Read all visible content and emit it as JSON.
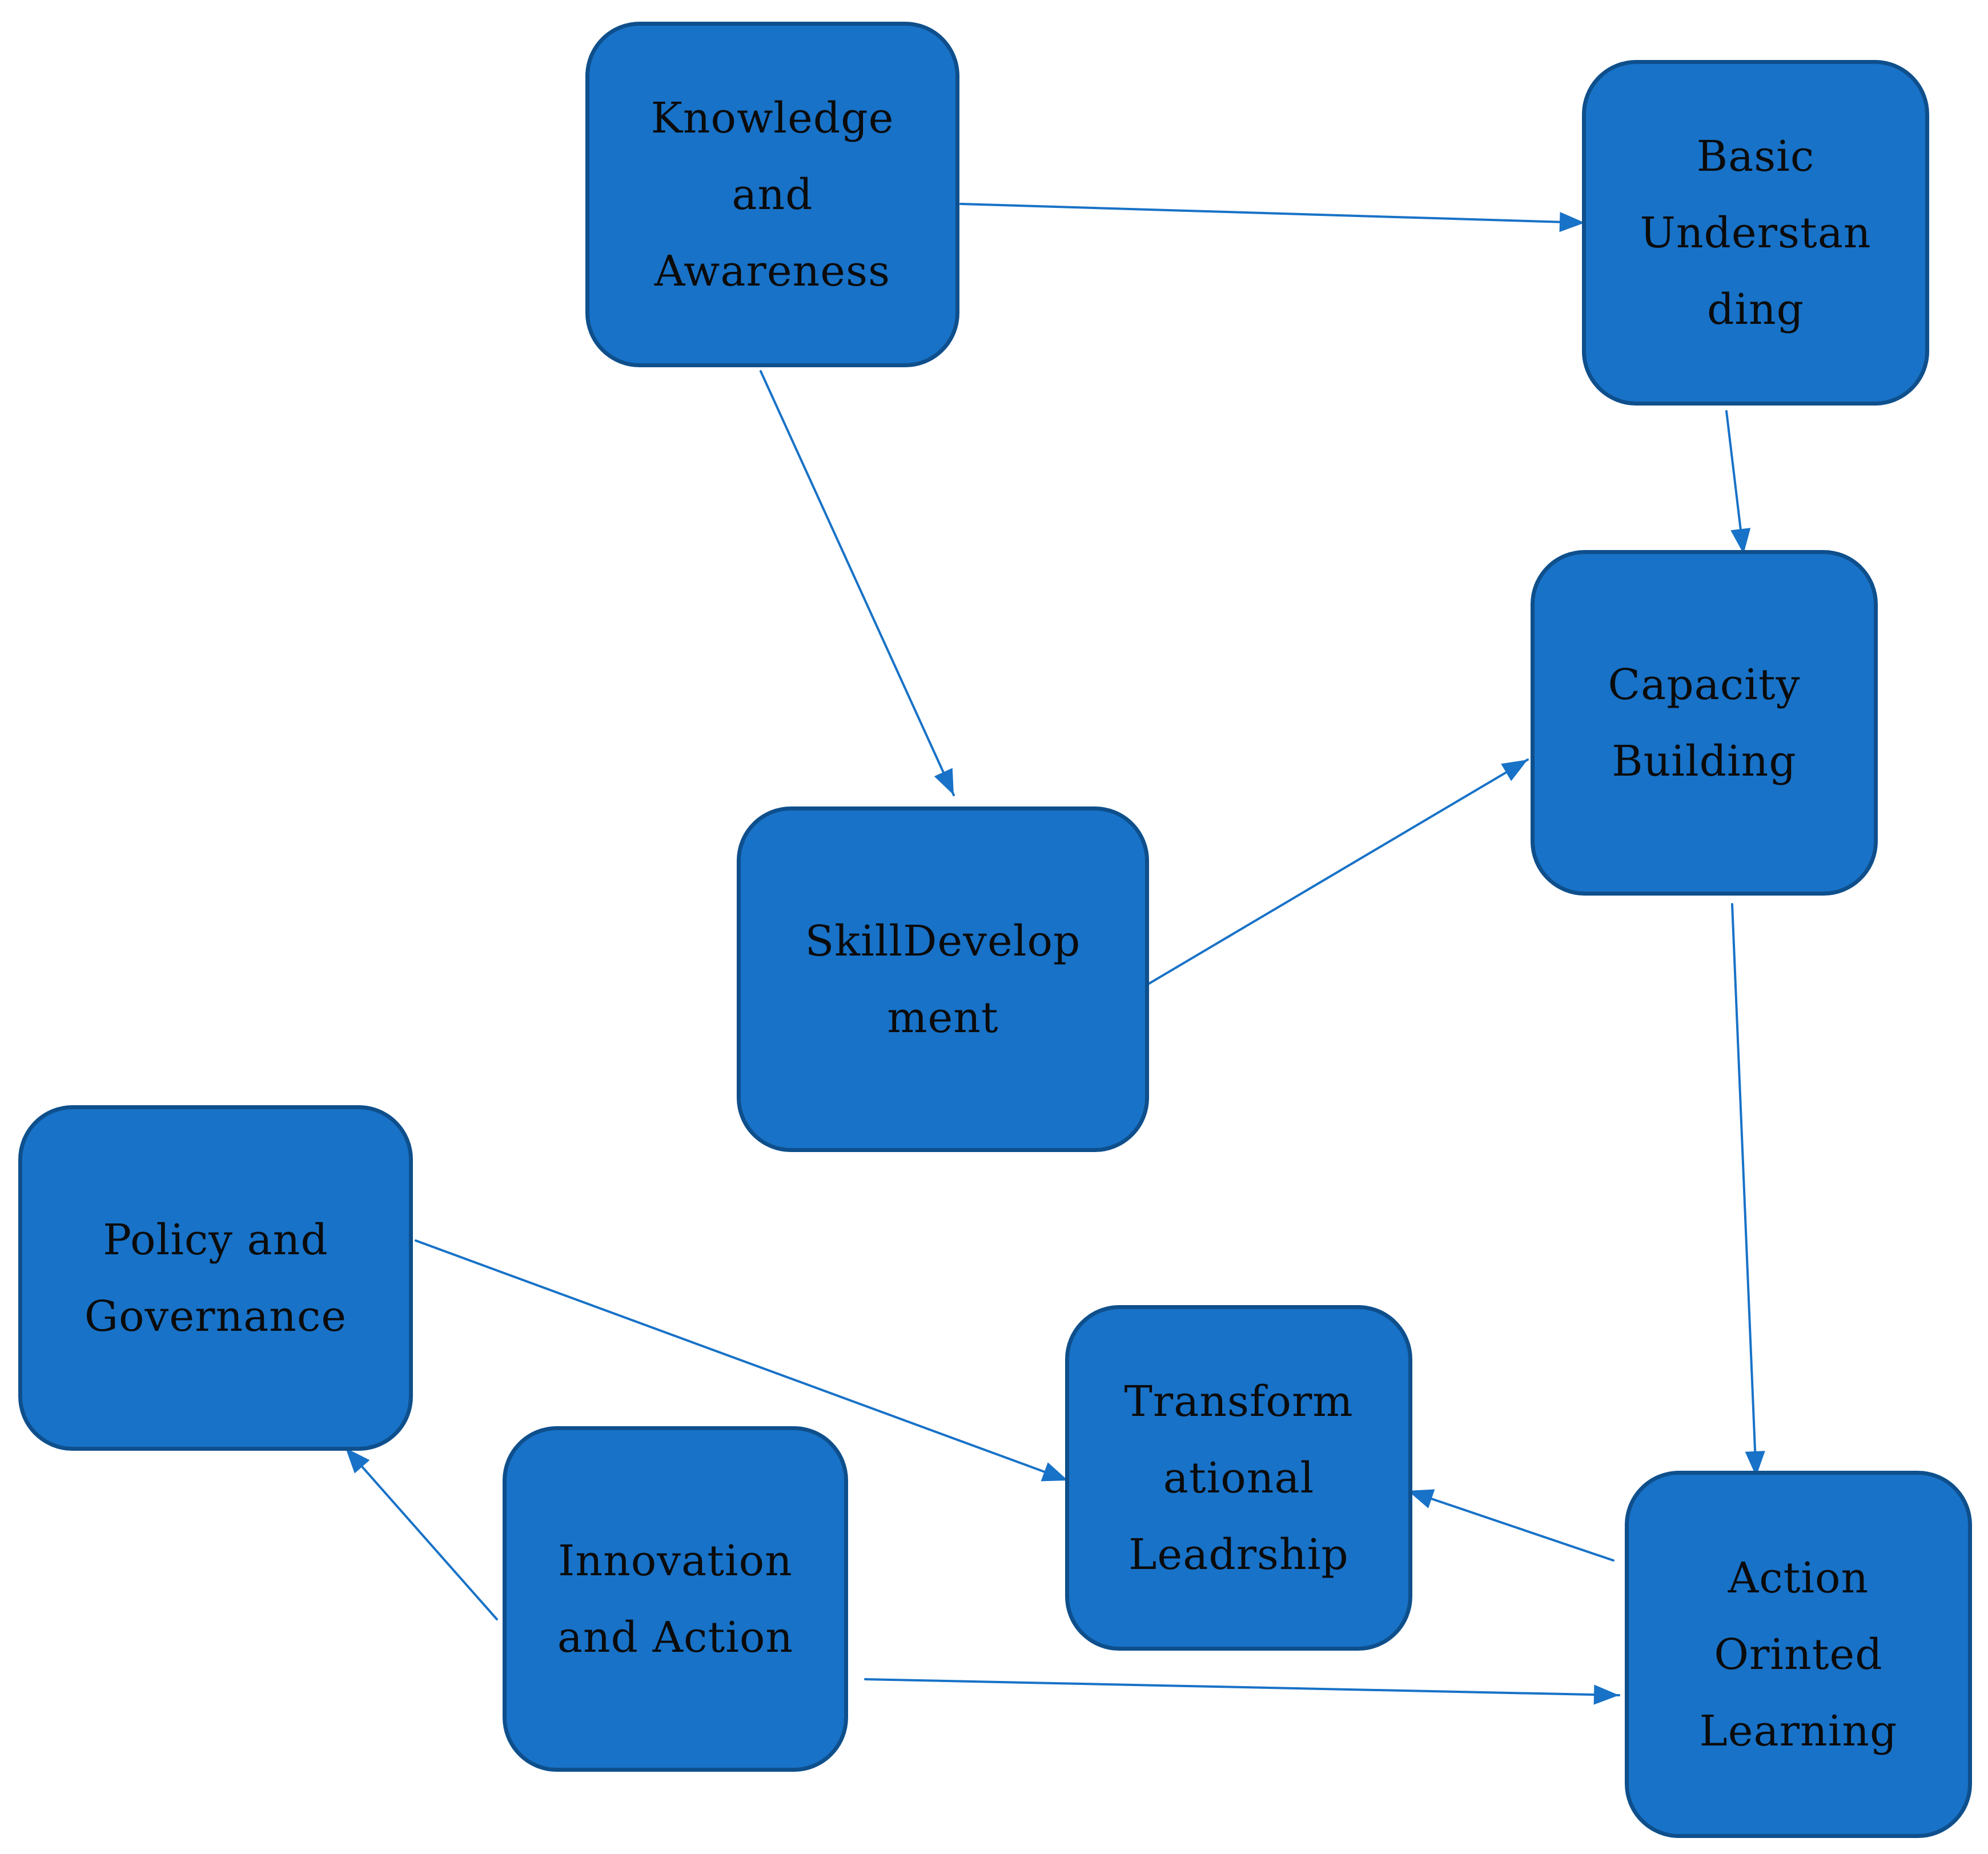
{
  "diagram": {
    "colors": {
      "node_fill": "#1872C7",
      "node_border": "#0E4F8C",
      "edge": "#1872C7",
      "text": "#0b0b0b"
    },
    "nodes": {
      "knowledge": "Knowledge\nand\nAwareness",
      "basic": "Basic\nUnderstan\nding",
      "capacity": "Capacity\nBuilding",
      "skill": "SkillDevelop\nment",
      "policy": "Policy and\nGovernance",
      "transform": "Transform\national\nLeadrship",
      "innovation": "Innovation\nand Action",
      "action": "Action\nOrinted\nLearning"
    },
    "edges": [
      {
        "from": "knowledge",
        "to": "basic"
      },
      {
        "from": "knowledge",
        "to": "skill"
      },
      {
        "from": "basic",
        "to": "capacity"
      },
      {
        "from": "skill",
        "to": "capacity"
      },
      {
        "from": "capacity",
        "to": "action"
      },
      {
        "from": "policy",
        "to": "transform"
      },
      {
        "from": "action",
        "to": "transform"
      },
      {
        "from": "innovation",
        "to": "policy"
      },
      {
        "from": "innovation",
        "to": "action"
      }
    ]
  }
}
